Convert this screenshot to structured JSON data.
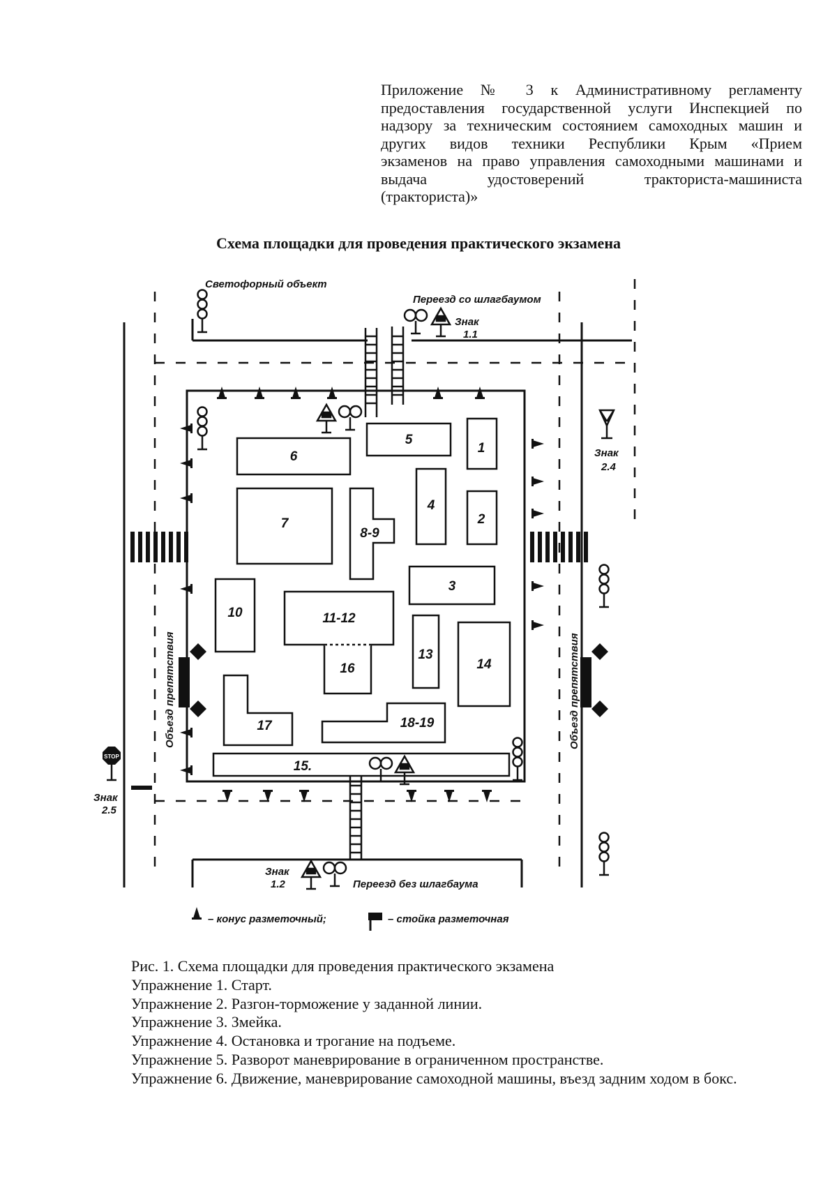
{
  "annex": {
    "lines": [
      "Приложение № 3 к Административному регламенту",
      "предоставления государственной услуги Инспекцией по",
      "надзору за техническим состоянием самоходных машин и",
      "других видов техники Республики Крым «Прием",
      "экзаменов на право управления самоходными машинами и",
      "выдача удостоверений тракториста-машиниста",
      "(тракториста)»"
    ]
  },
  "title": "Схема площадки для проведения практического экзамена",
  "scheme": {
    "labels": {
      "traffic_light_object": "Светофорный объект",
      "barrier_crossing": "Переезд со шлагбаумом",
      "sign_1_1_word": "Знак",
      "sign_1_1_num": "1.1",
      "sign_2_4_word": "Знак",
      "sign_2_4_num": "2.4",
      "sign_2_5_word": "Знак",
      "sign_2_5_num": "2.5",
      "sign_1_2_word": "Знак",
      "sign_1_2_num": "1.2",
      "no_barrier_crossing": "Переезд без шлагбаума",
      "obstacle_left": "Объезд препятствия",
      "obstacle_right": "Объезд препятствия",
      "stop_text": "STOP"
    },
    "zones": [
      "1",
      "2",
      "3",
      "4",
      "5",
      "6",
      "7",
      "8-9",
      "10",
      "11-12",
      "16",
      "13",
      "14",
      "17",
      "18-19",
      "15."
    ],
    "legend": {
      "cone": "– конус разметочный;",
      "post": "– стойка разметочная"
    }
  },
  "caption": {
    "lines": [
      "Рис. 1. Схема площадки для проведения практического экзамена",
      "Упражнение 1. Старт.",
      "Упражнение 2. Разгон-торможение у заданной линии.",
      "Упражнение 3. Змейка.",
      "Упражнение 4. Остановка и трогание на подъеме.",
      "Упражнение 5. Разворот маневрирование в ограниченном пространстве.",
      "Упражнение 6. Движение, маневрирование самоходной машины, въезд задним ходом в бокс."
    ]
  }
}
